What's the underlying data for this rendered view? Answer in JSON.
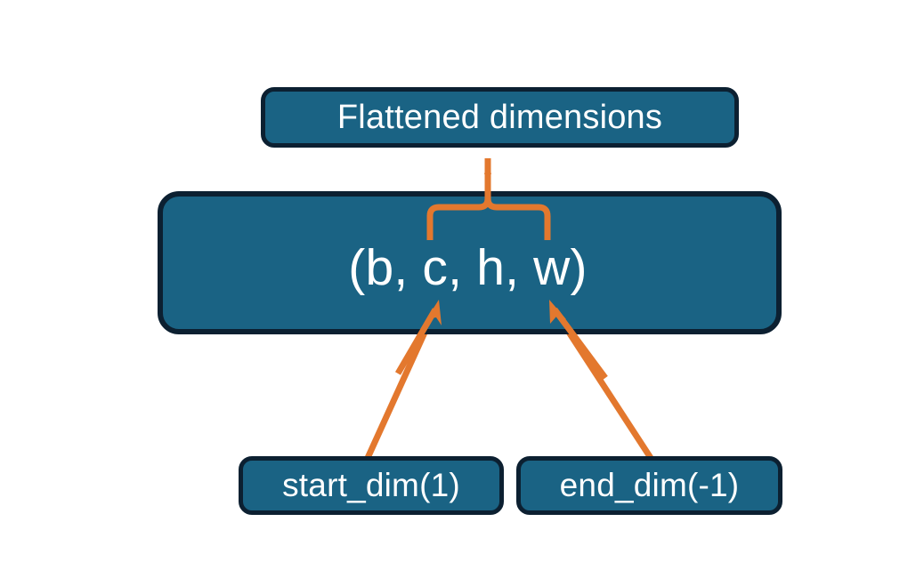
{
  "diagram": {
    "title_node": {
      "label": "Flattened dimensions"
    },
    "shape_node": {
      "label": "(b, c, h, w)"
    },
    "param_nodes": [
      {
        "label": "start_dim(1)"
      },
      {
        "label": "end_dim(-1)"
      }
    ],
    "connectors": {
      "brace": {
        "name": "flattened-range-brace"
      },
      "arrows": [
        {
          "name": "start-dim-arrow"
        },
        {
          "name": "end-dim-arrow"
        }
      ]
    },
    "colors": {
      "node_fill": "#1a6384",
      "node_border": "#0c2031",
      "node_text": "#ffffff",
      "accent": "#e3782e",
      "background": "#ffffff"
    }
  }
}
